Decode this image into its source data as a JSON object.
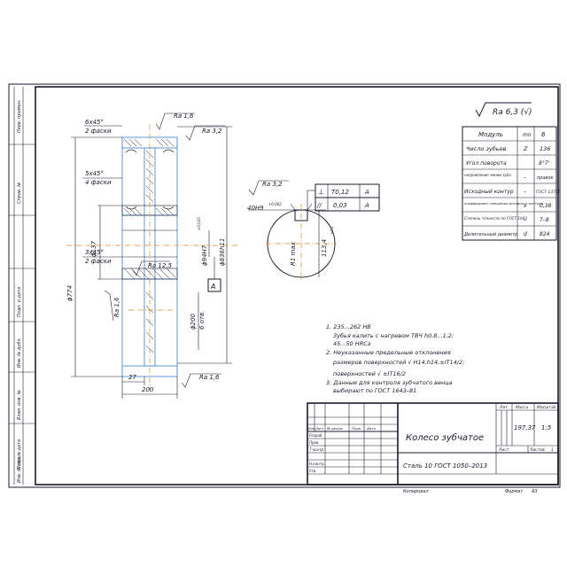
{
  "roughness_general": "Ra 6,3 (√)",
  "params_table": [
    {
      "name": "Модуль",
      "symbol": "mn",
      "value": "6"
    },
    {
      "name": "Число зубьев",
      "symbol": "Z",
      "value": "136"
    },
    {
      "name": "Угол поворота",
      "symbol": "",
      "value": "8°7'"
    },
    {
      "name": "направление линии зуба",
      "symbol": "–",
      "value": "правое"
    },
    {
      "name": "Исходный контур",
      "symbol": "–",
      "value": "ГОСТ 13755"
    },
    {
      "name": "коэффициент смещения исходного контура",
      "symbol": "x",
      "value": "0,38"
    },
    {
      "name": "Степень точности по ГОСТ 1643",
      "symbol": "–",
      "value": "7–8"
    },
    {
      "name": "Делительный диаметр",
      "symbol": "d",
      "value": "824"
    }
  ],
  "dims": {
    "chamfer1_val": "6x45°",
    "chamfer1_note": "2 фаски",
    "chamfer2_val": "5x45°",
    "chamfer2_note": "4 фаски",
    "chamfer3_val": "3x45°",
    "chamfer3_note": "2 фаски",
    "ra16_top": "Ra 1,6",
    "ra32_top": "Ra 3,2",
    "ra125": "Ra 12,5",
    "ra16_left": "Ra 1,6",
    "ra16_bottom": "Ra 1,6",
    "d137": "ϕ137",
    "d774": "ϕ774",
    "d836": "ϕ836h11",
    "bore": "ϕ94H7",
    "bore_tol": "+0,035",
    "d200": "ϕ200",
    "d200_note": "6 отв.",
    "w27": "27",
    "w200": "200",
    "datum_a": "A",
    "ra32_key": "Ra 3,2",
    "key_width": "40H9",
    "key_tol": "+0,062",
    "r_small": "R1 max",
    "key_depth": "113,4",
    "key_depth_tol": "+0,1",
    "tol1_sym": "⊥",
    "tol1_val": "T0,12",
    "tol1_base": "A",
    "tol2_sym": "//",
    "tol2_val": "0,03",
    "tol2_base": "A"
  },
  "notes": [
    "1. 235...262 HB",
    "Зубья калить с нагревом ТВЧ h0,8...1,2;",
    "45...50 HRCэ",
    "2. Неуказанные предельные отклонения",
    "размеров поверхностей √ H14,h14,±IT14/2;",
    "поверхностей √ ±IT16/2",
    "3. Данные для контроля зубчатого венца",
    "выбирают по ГОСТ 1643–81"
  ],
  "title_block": {
    "name": "Колесо зубчатое",
    "material": "Сталь 10 ГОСТ 1050–2013",
    "lit_label": "Лит.",
    "mass_label": "Масса",
    "scale_label": "Масштаб",
    "mass": "197,37",
    "scale": "1:5",
    "sheet_label": "Лист",
    "sheets_label": "Листов",
    "sheets": "1",
    "rows": [
      "Изм.",
      "Лист",
      "№ докум.",
      "Подп.",
      "Дата"
    ],
    "left_labels": [
      "Разраб.",
      "Пров.",
      "Т.контр.",
      "Н.контр.",
      "Утв."
    ],
    "copied": "Копировал",
    "format": "Формат",
    "format_val": "A3"
  },
  "side_strip": [
    "Перв. примен.",
    "Справ. №",
    "Подп. и дата",
    "Инв. № дубл.",
    "Взам. инв. №",
    "Подп. и дата",
    "Инв. № подл."
  ]
}
